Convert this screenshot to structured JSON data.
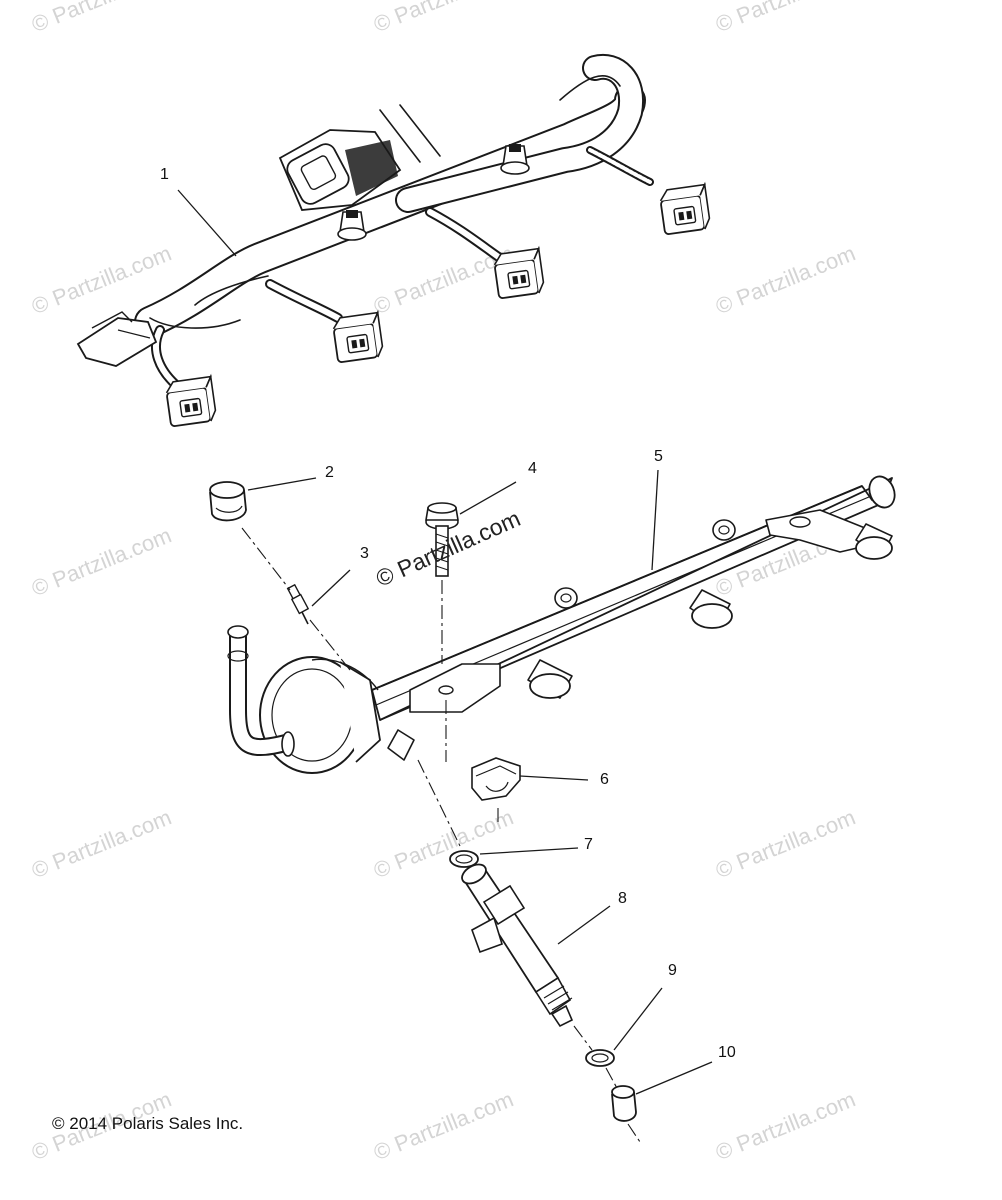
{
  "watermark": "© Partzilla.com",
  "center_watermark": "© Partzilla.com",
  "copyright": "© 2014 Polaris Sales Inc.",
  "callouts": [
    "1",
    "2",
    "3",
    "4",
    "5",
    "6",
    "7",
    "8",
    "9",
    "10"
  ],
  "colors": {
    "line": "#1a1a1a",
    "watermark": "#d4d4d4"
  }
}
